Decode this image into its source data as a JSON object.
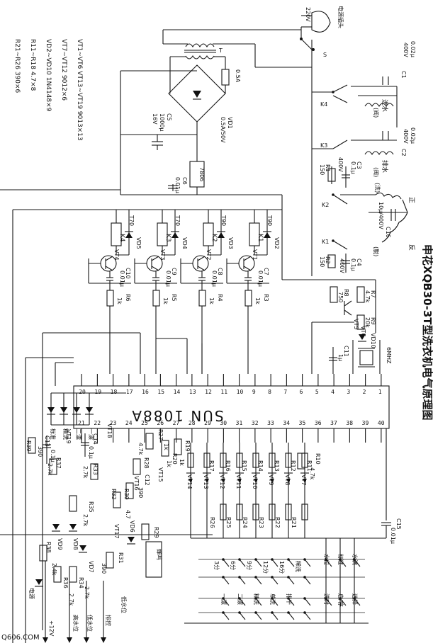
{
  "title": "申花XQB30-3T型洗衣机电气原理图",
  "watermark": "Q606.COM",
  "chip": {
    "label": "SUN  1088A",
    "pins_top": [
      "1",
      "2",
      "3",
      "4",
      "5",
      "6",
      "7",
      "8",
      "9",
      "10",
      "11",
      "12",
      "13",
      "14",
      "15",
      "16",
      "17",
      "18",
      "19",
      "20"
    ],
    "pins_bottom": [
      "40",
      "39",
      "38",
      "37",
      "36",
      "35",
      "34",
      "33",
      "32",
      "31",
      "30",
      "29",
      "28",
      "27",
      "26",
      "25",
      "24",
      "23",
      "22",
      "21"
    ]
  },
  "parts_legend": [
    "VT1~VT6   VT13~VT19   9013×13",
    "VT7~VT12   9012×6",
    "VD2~VD10   1N4148×9",
    "R11~R18   4.7×8",
    "R21~R26   390×6"
  ],
  "power": {
    "plug": "电源插头",
    "voltage": "220V",
    "switch": "S",
    "transformer": "T",
    "fuse": "0.5A",
    "bridge": "VD1",
    "bridge_rating": "0.5A/50V",
    "c5": "C5",
    "c5_value": "1000μ",
    "c5_v": "16V",
    "regulator": "7806",
    "c6": "C6",
    "c6_value": "0.01μ"
  },
  "relays": [
    {
      "k": "K4",
      "vd": "VD5",
      "vt": "VT4",
      "c": "C10",
      "cv": "0.01μ",
      "r": "R6",
      "rv": "1k",
      "coil": "T70"
    },
    {
      "k": "K3",
      "vd": "VD4",
      "vt": "VT3",
      "c": "C9",
      "cv": "0.01μ",
      "r": "R5",
      "rv": "1k",
      "coil": "T70"
    },
    {
      "k": "K2",
      "vd": "VD3",
      "vt": "VT2",
      "c": "C8",
      "cv": "0.01μ",
      "r": "R4",
      "rv": "1k",
      "coil": "T90"
    },
    {
      "k": "K1",
      "vd": "VD2",
      "vt": "VT1",
      "c": "C7",
      "cv": "0.01μ",
      "r": "R3",
      "rv": "1k",
      "coil": "T90"
    }
  ],
  "valves": [
    {
      "c": "C1",
      "v": "0.02μ",
      "v2": "400V",
      "name": "进水",
      "sub": "(阀)"
    },
    {
      "c": "C2",
      "v": "0.02μ",
      "v2": "400V",
      "name": "排水",
      "sub": "(阀)"
    },
    {
      "c": "C3",
      "v": "0.1μ",
      "v2": "400V",
      "r": "R1",
      "rv": "150"
    }
  ],
  "motor": {
    "c": "C16",
    "v": "10μ/400V",
    "cw": "正",
    "ccw": "反",
    "k3": "K3",
    "k1": "K1",
    "k2": "K2",
    "k4": "K4",
    "r2": "R2",
    "r2v": "150",
    "c4": "C4",
    "c4v": "0.1μ",
    "c4v2": "400V",
    "label1": "(洗)",
    "label2": "(脱)"
  },
  "reset": {
    "r8": "R8",
    "r8v": "750",
    "r7": "R7",
    "r7v": "4.7k",
    "r9": "R9",
    "r9v": "20k",
    "vt5": "VT5",
    "vt6": "VT6",
    "vd10": "VD10",
    "c11": "C11",
    "c11v": "1μ",
    "xtal": "6MHZ"
  },
  "leds": [
    "一漂",
    "二漂",
    "精洗",
    "标准"
  ],
  "keys": [
    "稀洗",
    "16分",
    "12分",
    "9分",
    "6分",
    "3分"
  ],
  "key_labels": [
    "排干",
    "单洗",
    "精洗",
    "二漂",
    "一漂"
  ],
  "switches_right": [
    "标准",
    "水位",
    "水满"
  ],
  "switches_right2": [
    "启/停",
    "选择",
    "洗时"
  ],
  "r_list": [
    "R21",
    "R22",
    "R23",
    "R24",
    "R25",
    "R26"
  ],
  "r_list2": [
    "R11",
    "R12",
    "R13",
    "R14",
    "R15",
    "R16",
    "R17"
  ],
  "vt_list": [
    "VT7",
    "VT8",
    "VT9",
    "VT10",
    "VT11",
    "VT12",
    "VT13",
    "VT14"
  ],
  "misc": {
    "r10": "R10",
    "r10v": "4.7k",
    "c15": "C15",
    "c15v": "0.01μ",
    "r19": "R19",
    "r19v": "1k",
    "r20": "R20",
    "r20v": "1k",
    "r27": "R27",
    "r27v": "1k",
    "r28": "R28",
    "r28v": "4.7k",
    "r29": "R29",
    "r30": "R30",
    "r30v": "390",
    "r31": "R31",
    "r31v": "390",
    "r32": "R32",
    "r32v": "4.7",
    "r33": "R33",
    "r33v": "2.7k",
    "r34": "R34",
    "r34v": "2.7k",
    "r35": "R35",
    "r35v": "2.7k",
    "r36": "R36",
    "r36v": "2.7k",
    "r37": "R37",
    "r37v": "2.7k",
    "r38": "R38",
    "r38v": "2.4k",
    "r39": "R39",
    "r39v": "390",
    "c12": "C12",
    "c13": "C13",
    "c13v": "0.1μ",
    "c14": "C14",
    "c14v": "0.1μ",
    "vt15": "VT15",
    "vt16": "VT16",
    "vt17": "VT17",
    "vt18": "VT18",
    "vt19": "VT19",
    "vd6": "VD6",
    "vd7": "VD7",
    "vd8": "VD8",
    "vd9": "VD9",
    "buzzer": "蜂鸣",
    "low_water": "低水位",
    "high_water": "高水位",
    "low_water2": "低水位",
    "drain": "排控",
    "power_led": "电源",
    "v12": "+12V"
  }
}
